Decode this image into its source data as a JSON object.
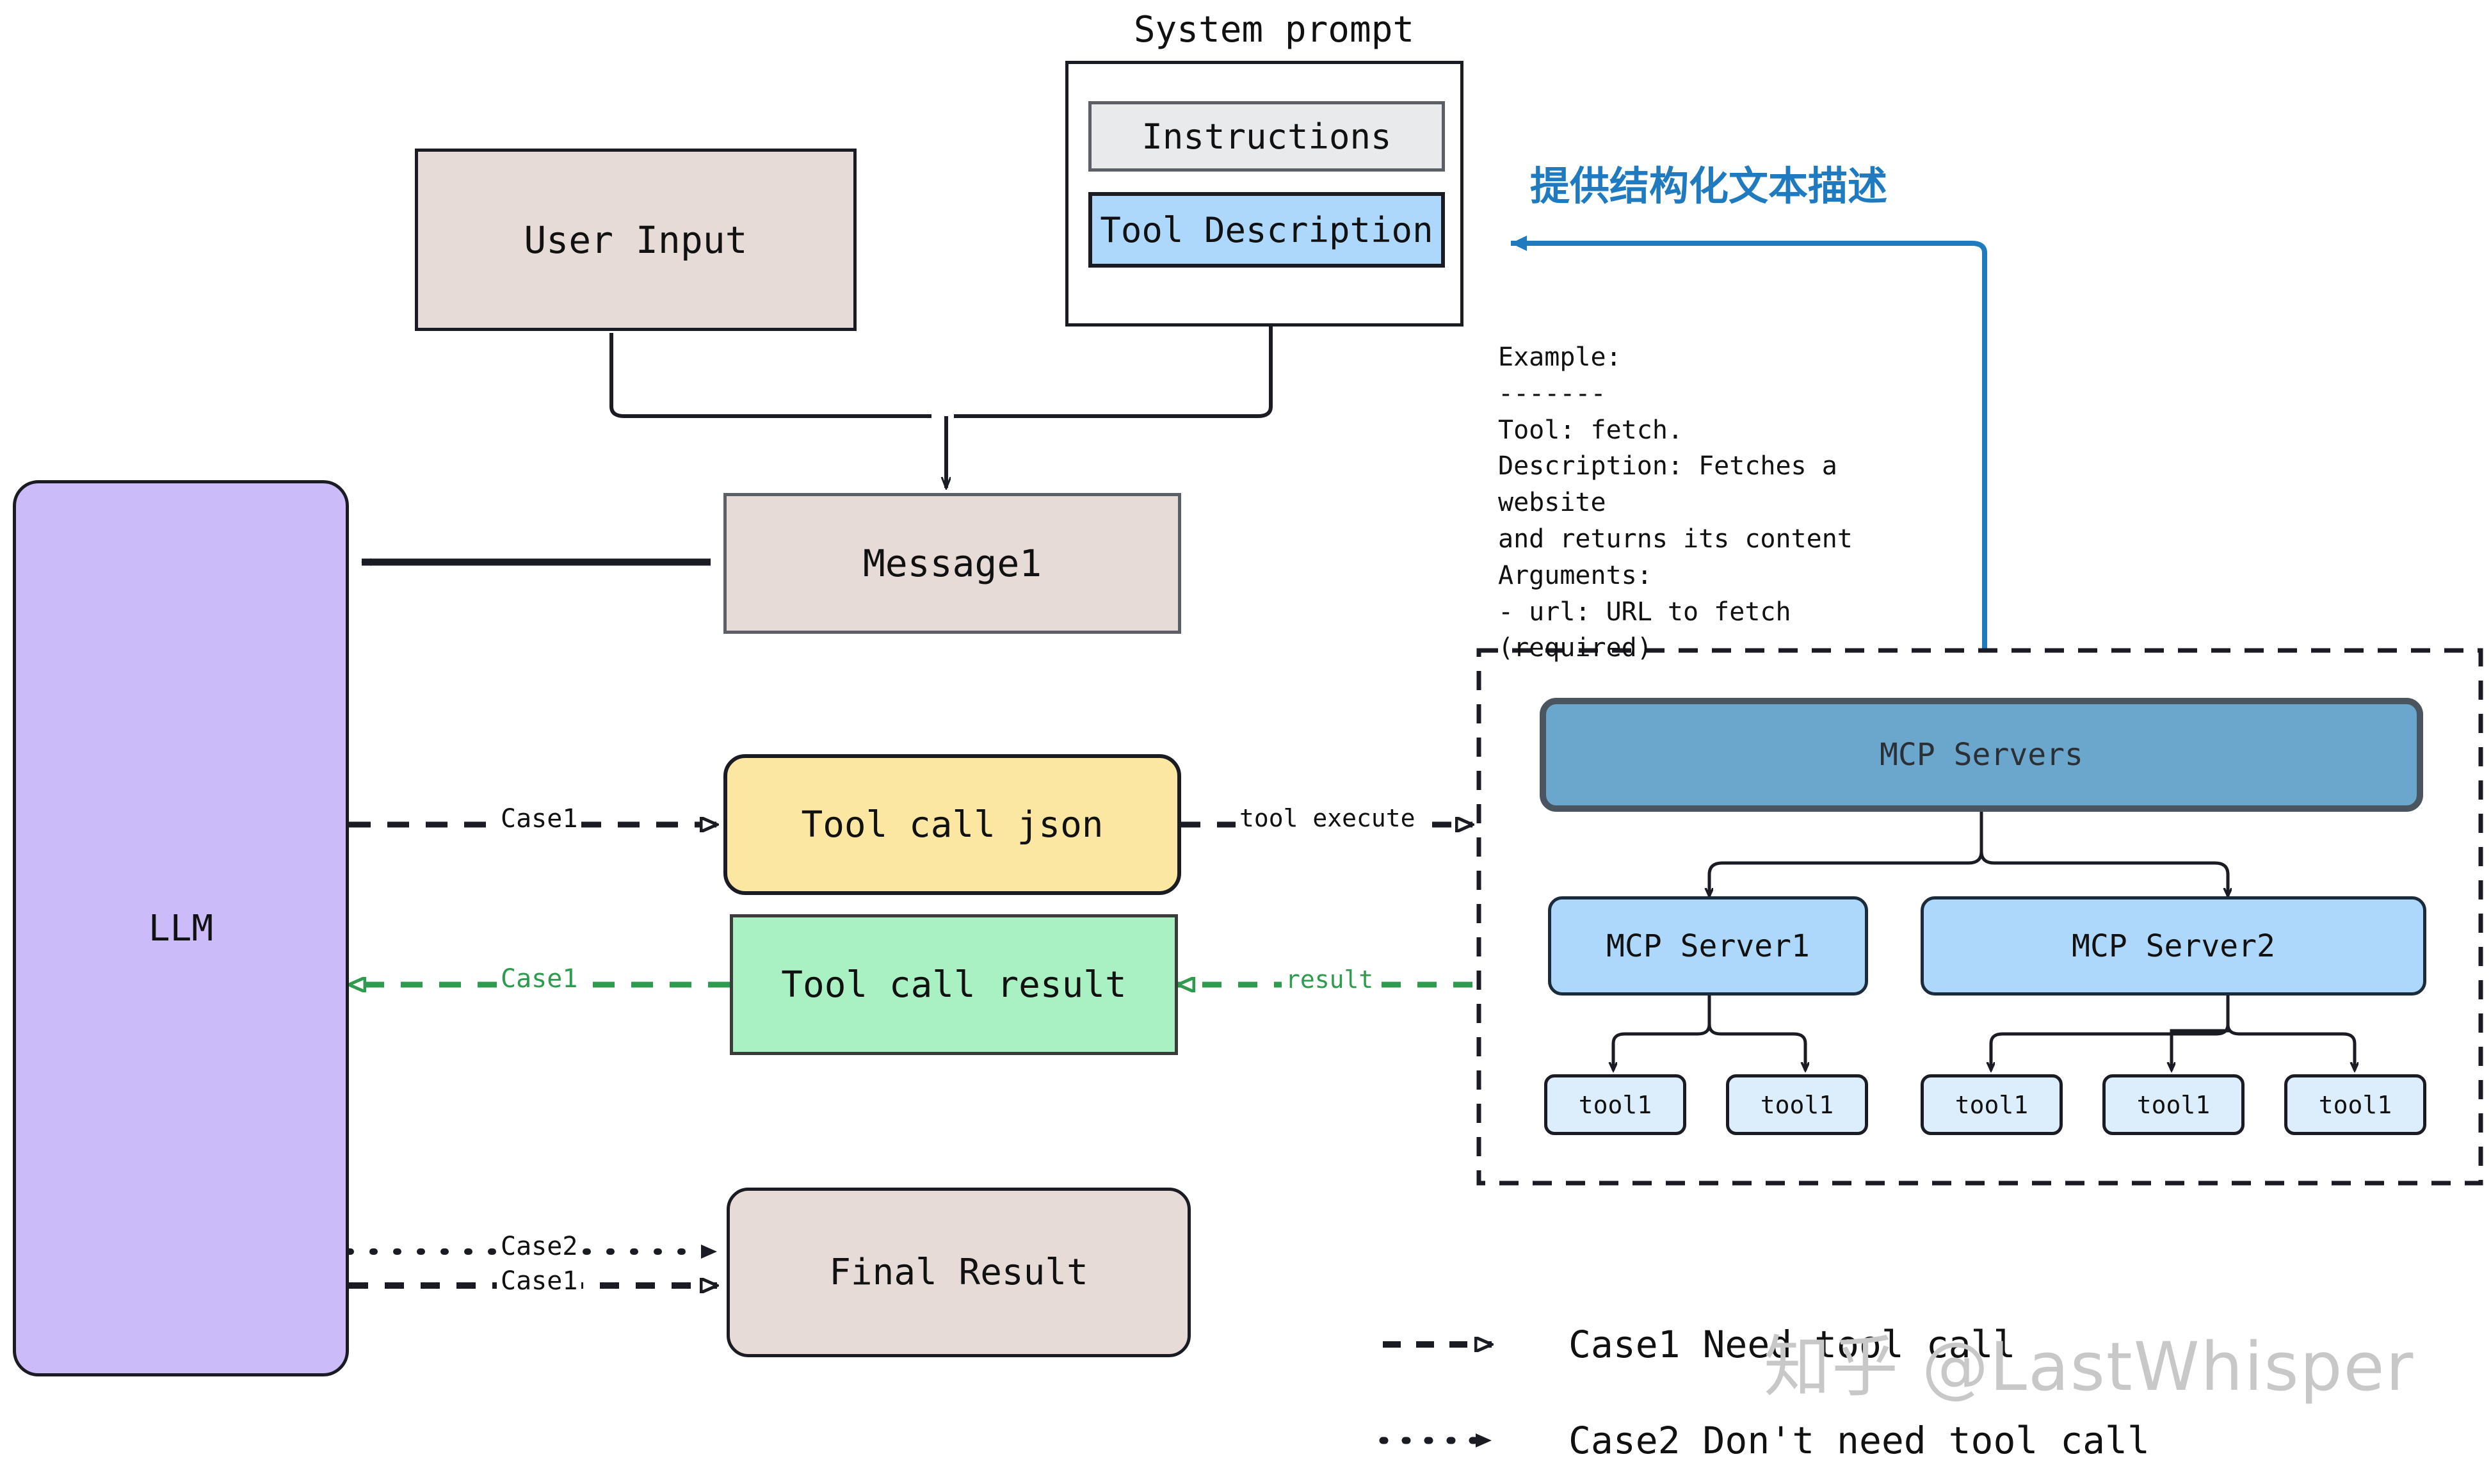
{
  "diagram": {
    "title_label": "System prompt",
    "annotation_cn": "提供结构化文本描述",
    "colors": {
      "beige": "#e7dbd7",
      "lavender": "#cbbcf9",
      "yellow": "#fbe6a2",
      "green": "#a9f0c2",
      "light_blue": "#aed8fb",
      "pale_blue": "#dcedfb",
      "steel_blue": "#6ba7cd",
      "instructions_gray": "#e8eaec",
      "accent_blue": "#1f7ac0",
      "result_green": "#2e9b4e",
      "stroke": "#1b1b23",
      "watermark": "#c8c8c8"
    }
  },
  "nodes": {
    "system_prompt_title": "System prompt",
    "instructions": "Instructions",
    "tool_description": "Tool Description",
    "user_input": "User Input",
    "message1": "Message1",
    "llm": "LLM",
    "tool_call_json": "Tool call json",
    "tool_call_result": "Tool call result",
    "final_result": "Final Result",
    "mcp_servers": "MCP Servers",
    "mcp_server1": "MCP Server1",
    "mcp_server2": "MCP Server2",
    "tools": [
      "tool1",
      "tool1",
      "tool1",
      "tool1",
      "tool1"
    ]
  },
  "example_block": {
    "lines": [
      "Example:",
      "-------",
      "Tool: fetch.",
      "Description: Fetches a website",
      "and returns its content",
      "Arguments:",
      "- url: URL to fetch (required)"
    ]
  },
  "edge_labels": {
    "case1_to_toolcall": "Case1",
    "tool_execute": "tool execute",
    "case1_result_back": "Case1",
    "result": "result",
    "case2_to_final": "Case2",
    "case1_to_final": "Case1"
  },
  "legend": {
    "items": [
      {
        "style": "dashed",
        "label": "Case1 Need tool call"
      },
      {
        "style": "dotted",
        "label": "Case2 Don't need tool call"
      }
    ]
  },
  "watermark": {
    "text": "知乎 @LastWhisper"
  }
}
